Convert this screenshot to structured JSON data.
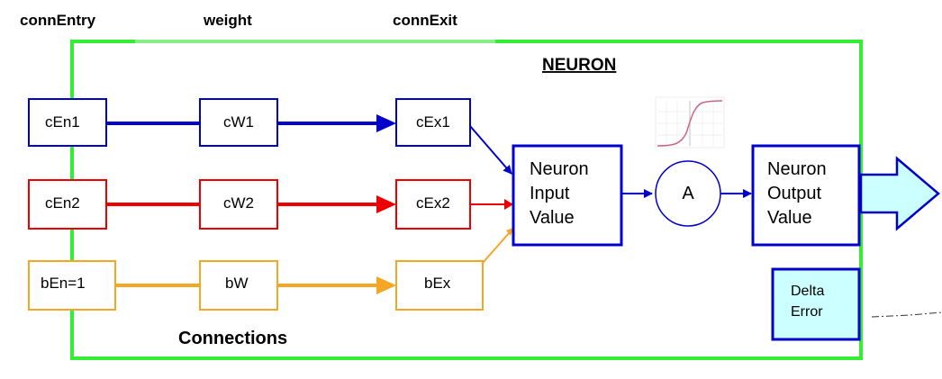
{
  "headers": {
    "conn_entry": "connEntry",
    "weight": "weight",
    "conn_exit": "connExit"
  },
  "neuron_title": "NEURON",
  "rows": [
    {
      "entry": "cEn1",
      "weight": "cW1",
      "exit": "cEx1",
      "color": "#0000cc"
    },
    {
      "entry": "cEn2",
      "weight": "cW2",
      "exit": "cEx2",
      "color": "#ee0000"
    },
    {
      "entry": "bEn=1",
      "weight": "bW",
      "exit": "bEx",
      "color": "#f5a623"
    }
  ],
  "input_value": [
    "Neuron",
    "Input",
    "Value"
  ],
  "activation": "A",
  "output_value": [
    "Neuron",
    "Output",
    "Value"
  ],
  "delta_error": [
    "Delta",
    "Error"
  ],
  "connections_label": "Connections",
  "colors": {
    "neuron_border": "#33ee33",
    "header_bar": "#88ee88",
    "flow_blue": "#0000cc",
    "output_arrow_fill": "#ccffff",
    "delta_fill": "#ccffff",
    "sigmoid_curve": "#cc6688"
  },
  "icons": {
    "sigmoid": "sigmoid-plot-icon"
  }
}
